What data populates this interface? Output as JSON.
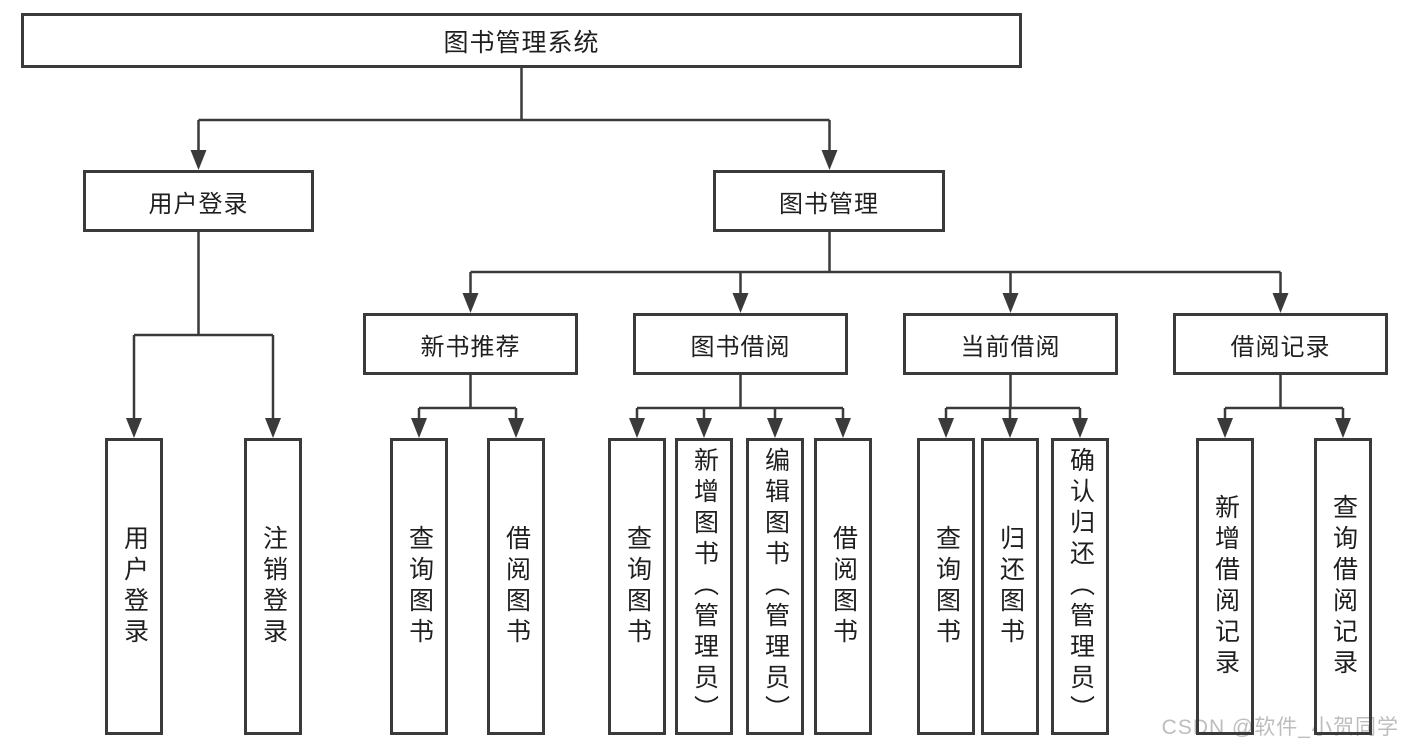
{
  "tree": {
    "root": {
      "label": "图书管理系统"
    },
    "branches": [
      {
        "label": "用户登录",
        "leaves": [
          "用户登录",
          "注销登录"
        ]
      },
      {
        "label": "图书管理",
        "groups": [
          {
            "label": "新书推荐",
            "leaves": [
              "查询图书",
              "借阅图书"
            ]
          },
          {
            "label": "图书借阅",
            "leaves": [
              "查询图书",
              "新增图书（管理员）",
              "编辑图书（管理员）",
              "借阅图书"
            ]
          },
          {
            "label": "当前借阅",
            "leaves": [
              "查询图书",
              "归还图书",
              "确认归还（管理员）"
            ]
          },
          {
            "label": "借阅记录",
            "leaves": [
              "新增借阅记录",
              "查询借阅记录"
            ]
          }
        ]
      }
    ]
  },
  "watermark": {
    "text": "CSDN @软件_小贺同学"
  },
  "colors": {
    "line": "#3a3a3a",
    "text": "#1f1f1f",
    "box_background": "#ffffff",
    "watermark": "#bdbdbd"
  }
}
